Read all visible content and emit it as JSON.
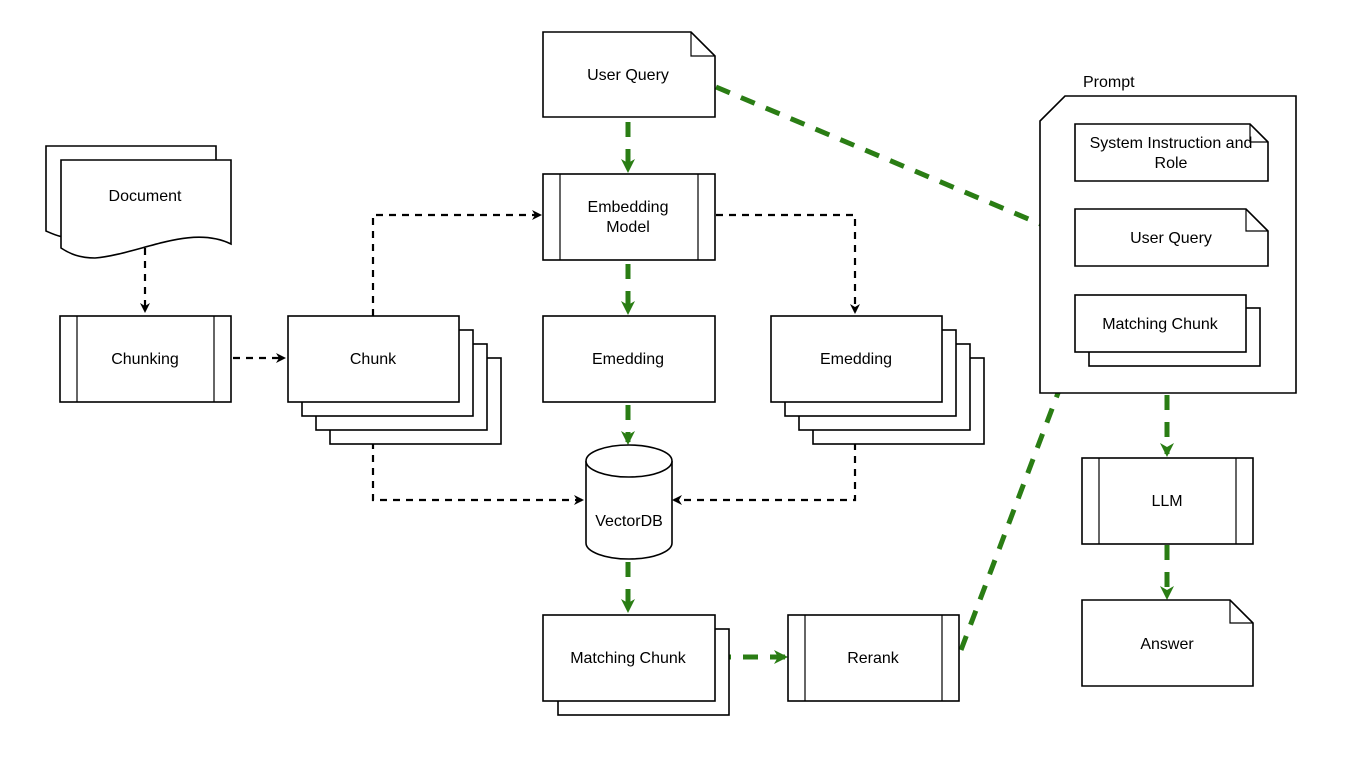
{
  "nodes": {
    "document": "Document",
    "chunking": "Chunking",
    "chunk": "Chunk",
    "user_query": "User Query",
    "embedding_model_line1": "Embedding",
    "embedding_model_line2": "Model",
    "embedding_center": "Emedding",
    "embedding_right": "Emedding",
    "vectordb": "VectorDB",
    "matching_chunk": "Matching Chunk",
    "rerank": "Rerank",
    "llm": "LLM",
    "answer": "Answer"
  },
  "prompt": {
    "title": "Prompt",
    "system_line1": "System Instruction and",
    "system_line2": "Role",
    "user_query": "User Query",
    "matching_chunk": "Matching Chunk"
  },
  "colors": {
    "flow_primary": "#000000",
    "flow_query": "#2a7d14"
  }
}
